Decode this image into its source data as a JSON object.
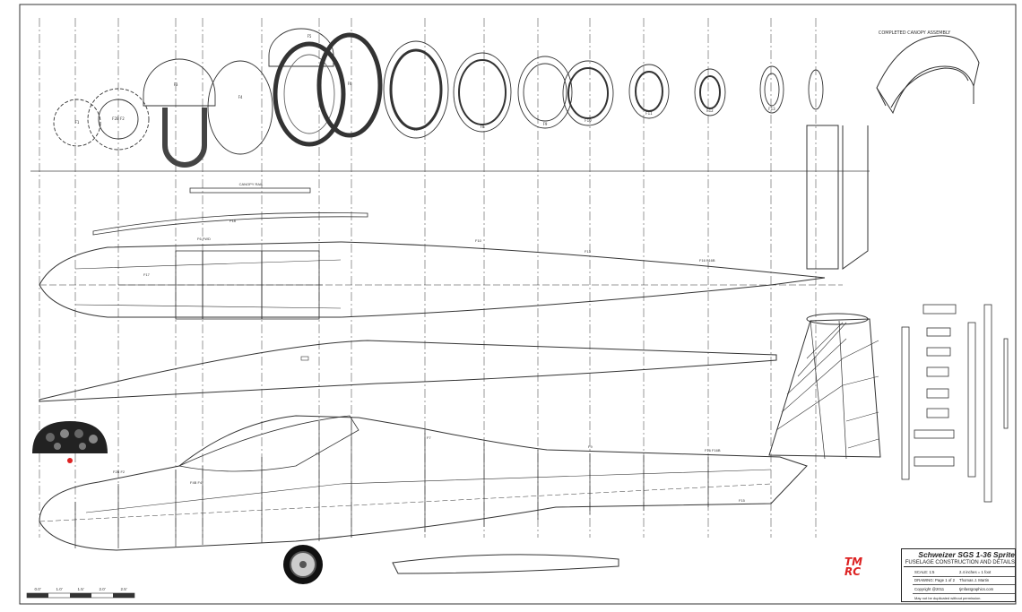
{
  "title_block": {
    "title": "Schweizer SGS 1-36 Sprite",
    "subtitle": "FUSELAGE CONSTRUCTION AND DETAILS",
    "scale_label": "SCALE: 1:5",
    "scale_value": "2.4 inches = 1 foot",
    "drawing_label": "DRAWING: Page 1 of 2",
    "drawing_value": "Thomas J. Martin",
    "copyright": "Copyright @2011",
    "website": "tjmfastgraphics.com",
    "note": "May not be duplicated without permission."
  },
  "logo": {
    "mark": "TM RC"
  },
  "former_labels": [
    "F1",
    "F2B F2",
    "F3",
    "F4",
    "F5",
    "F6",
    "F7",
    "F8",
    "F9",
    "F10",
    "F11",
    "F12",
    "F13"
  ],
  "top_view_labels": {
    "f6_canopy": "F6 FWD",
    "canopy_rail": "CANOPY RAIL",
    "f10": "F10",
    "f13": "F13",
    "f16": "F16 F16B",
    "f17": "F17",
    "f18": "F18"
  },
  "side_view_labels": {
    "f2b_f2": "F2B F2",
    "f5": "F5",
    "f7": "F7",
    "f9": "F9",
    "f15": "F15",
    "f16": "F16 F16B",
    "fwd": "F4B F4"
  },
  "scale_bar": [
    "0.0'",
    "1.0'",
    "1.5'",
    "2.0'",
    "2.5'"
  ],
  "canopy_assembly_label": "COMPLETED CANOPY ASSEMBLY",
  "colors": {
    "ink": "#222222",
    "logo": "#dd2222",
    "paper": "#ffffff"
  }
}
